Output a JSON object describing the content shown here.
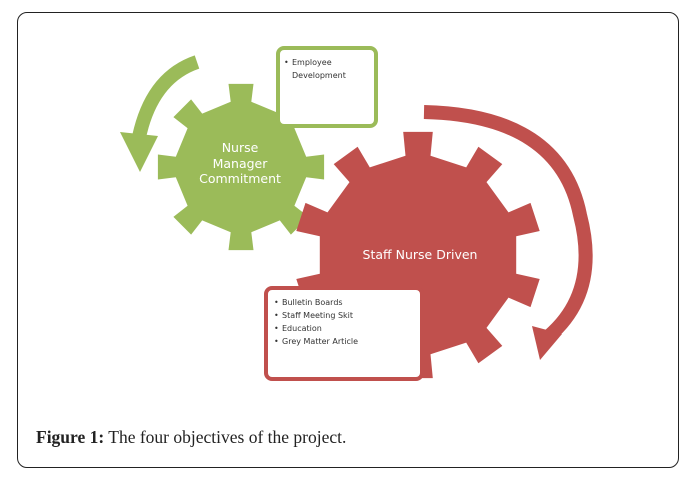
{
  "gears": {
    "small": {
      "label_lines": [
        "Nurse",
        "Manager",
        "Commitment"
      ],
      "color": "#9bbb59"
    },
    "large": {
      "label": "Staff Nurse Driven",
      "color": "#c0504d"
    }
  },
  "callouts": {
    "top": {
      "items": [
        "Employee Development"
      ],
      "border_color": "#9bbb59"
    },
    "bottom": {
      "items": [
        "Bulletin Boards",
        "Staff Meeting Skit",
        "Education",
        "Grey Matter Article"
      ],
      "border_color": "#c0504d"
    }
  },
  "arrows": {
    "green_color": "#9bbb59",
    "red_color": "#c0504d"
  },
  "caption": {
    "label": "Figure 1:",
    "text": " The four objectives of the project."
  }
}
